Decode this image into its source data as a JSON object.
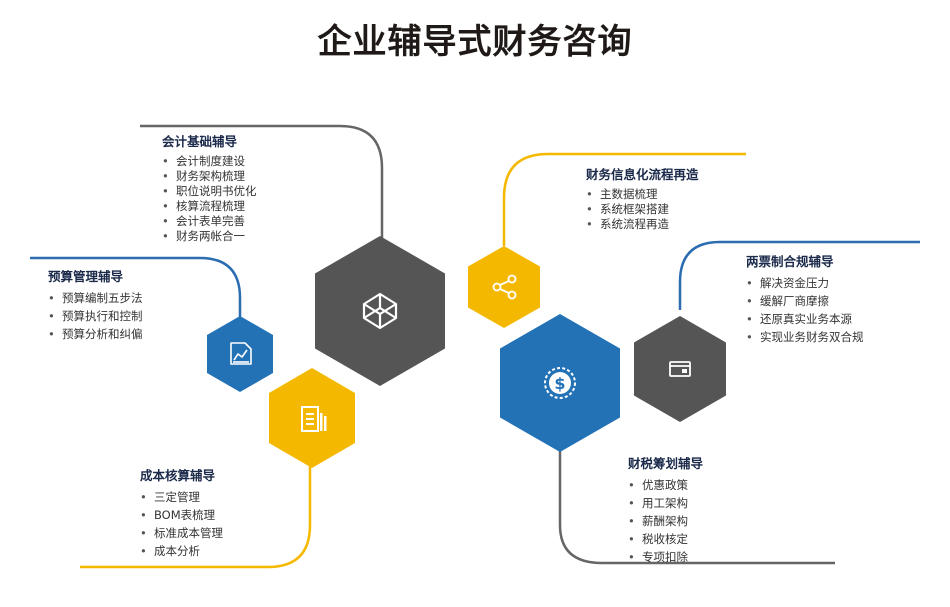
{
  "title": "企业辅导式财务咨询",
  "colors": {
    "dark": "#555555",
    "blue": "#2372b6",
    "yellow": "#f5b800",
    "line_dark": "#666666",
    "line_blue": "#2c6cb0",
    "line_yellow": "#f5b800"
  },
  "icons": {
    "center_dark": "codepen-cube-icon",
    "share": "share-icon",
    "chart_doc": "chart-document-icon",
    "document": "document-list-icon",
    "dollar": "dollar-coin-icon",
    "card": "card-icon"
  },
  "sections": {
    "accounting": {
      "title": "会计基础辅导",
      "items": [
        "会计制度建设",
        "财务架构梳理",
        "职位说明书优化",
        "核算流程梳理",
        "会计表单完善",
        "财务两帐合一"
      ]
    },
    "budget": {
      "title": "预算管理辅导",
      "items": [
        "预算编制五步法",
        "预算执行和控制",
        "预算分析和纠偏"
      ]
    },
    "cost": {
      "title": "成本核算辅导",
      "items": [
        "三定管理",
        "BOM表梳理",
        "标准成本管理",
        "成本分析"
      ]
    },
    "it": {
      "title": "财务信息化流程再造",
      "items": [
        "主数据梳理",
        "系统框架搭建",
        "系统流程再造"
      ]
    },
    "invoice": {
      "title": "两票制合规辅导",
      "items": [
        "解决资金压力",
        "缓解厂商摩擦",
        "还原真实业务本源",
        "实现业务财务双合规"
      ]
    },
    "tax": {
      "title": "财税筹划辅导",
      "items": [
        "优惠政策",
        "用工架构",
        "薪酬架构",
        "税收核定",
        "专项扣除"
      ]
    }
  }
}
